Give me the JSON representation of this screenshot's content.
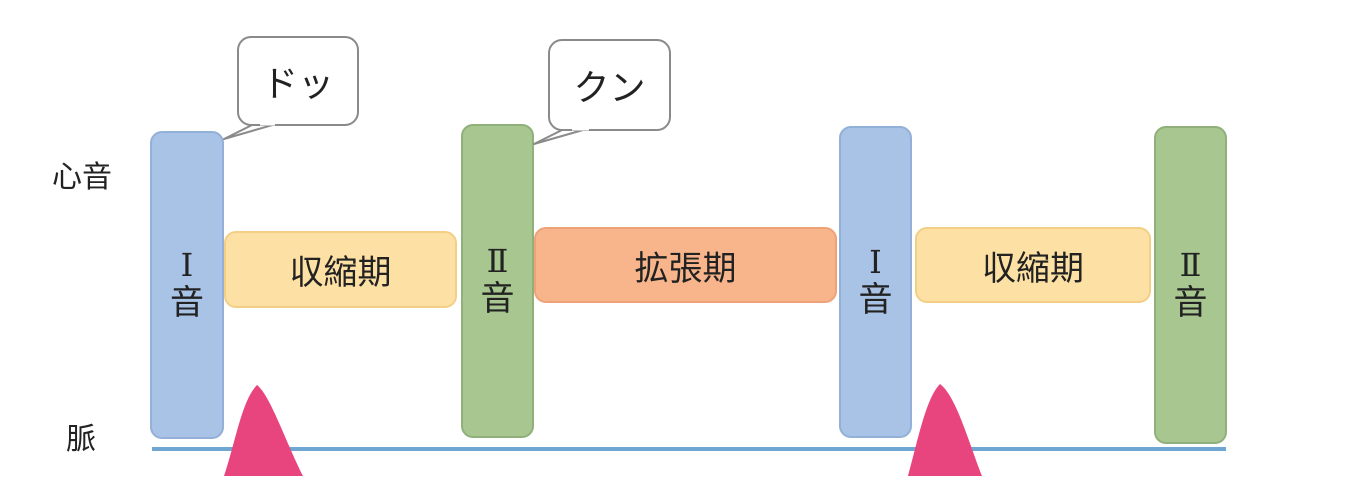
{
  "labels": {
    "heart_sound": "心音",
    "pulse": "脈"
  },
  "sounds": [
    {
      "top": "Ⅰ",
      "bottom": "音",
      "color": "blue"
    },
    {
      "top": "Ⅱ",
      "bottom": "音",
      "color": "green"
    },
    {
      "top": "Ⅰ",
      "bottom": "音",
      "color": "blue"
    },
    {
      "top": "Ⅱ",
      "bottom": "音",
      "color": "green"
    }
  ],
  "phases": [
    {
      "label": "収縮期",
      "color": "yellow"
    },
    {
      "label": "拡張期",
      "color": "orange"
    },
    {
      "label": "収縮期",
      "color": "yellow"
    }
  ],
  "bubbles": [
    {
      "text": "ドッ"
    },
    {
      "text": "クン"
    }
  ],
  "colors": {
    "blue": "#a9c3e6",
    "green": "#a7c690",
    "yellow": "#fde1a4",
    "orange": "#f8b58b",
    "pulse_line": "#6fa6d2",
    "pulse_peak": "#e8457e"
  }
}
